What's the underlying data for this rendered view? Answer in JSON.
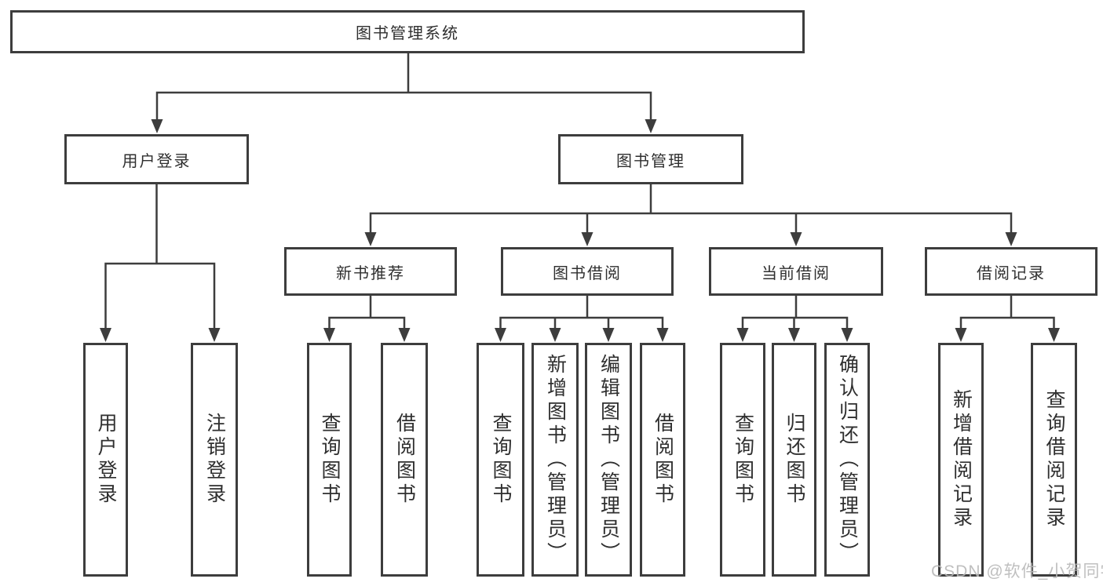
{
  "tree": {
    "root": {
      "label": "图书管理系统",
      "children": [
        {
          "label": "用户登录",
          "children": [
            {
              "label": "用户登录"
            },
            {
              "label": "注销登录"
            }
          ]
        },
        {
          "label": "图书管理",
          "children": [
            {
              "label": "新书推荐",
              "children": [
                {
                  "label": "查询图书"
                },
                {
                  "label": "借阅图书"
                }
              ]
            },
            {
              "label": "图书借阅",
              "children": [
                {
                  "label": "查询图书"
                },
                {
                  "label": "新增图书（管理员）"
                },
                {
                  "label": "编辑图书（管理员）"
                },
                {
                  "label": "借阅图书"
                }
              ]
            },
            {
              "label": "当前借阅",
              "children": [
                {
                  "label": "查询图书"
                },
                {
                  "label": "归还图书"
                },
                {
                  "label": "确认归还（管理员）"
                }
              ]
            },
            {
              "label": "借阅记录",
              "children": [
                {
                  "label": "新增借阅记录"
                },
                {
                  "label": "查询借阅记录"
                }
              ]
            }
          ]
        }
      ]
    }
  },
  "watermark": {
    "text": "CSDN @软件_小贺同学"
  },
  "colors": {
    "line": "#3d3d3d",
    "box_border": "#3d3d3d",
    "text": "#2f2f2f",
    "watermark": "#b8b8b8",
    "background": "#ffffff"
  }
}
